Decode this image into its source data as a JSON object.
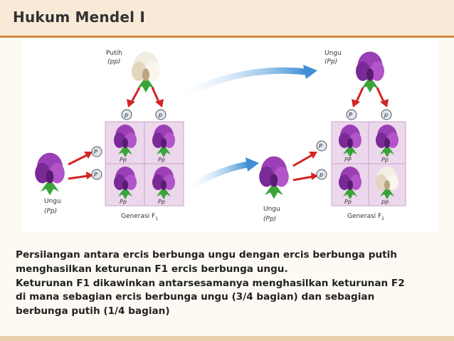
{
  "title": "Hukum Mendel I",
  "diagram": {
    "parent_white": {
      "name": "Putih",
      "genotype": "(pp)"
    },
    "parent_purple": {
      "name": "Ungu",
      "genotype": "(Pp)"
    },
    "f1_parent": {
      "name": "Ungu",
      "genotype": "(Pp)"
    },
    "f1_result": {
      "name": "Ungu",
      "genotype": "(Pp)"
    },
    "allele_p": "p",
    "allele_P": "P",
    "f1_cells": [
      "Pp",
      "Pp",
      "Pp",
      "Pp"
    ],
    "f2_cells": [
      "PP",
      "Pp",
      "Pp",
      "pp"
    ],
    "f1_label": "Generasi F",
    "f1_sub": "1",
    "f2_label": "Generasi F",
    "f2_sub": "2",
    "colors": {
      "purple": "#9a3fb5",
      "white_flower": "#f3eee2",
      "arrow_red": "#d42424",
      "arrow_blue": "#3f8fd6",
      "grid": "#e6d0e6"
    }
  },
  "caption": {
    "line1": "Persilangan antara ercis berbunga ungu dengan ercis berbunga putih",
    "line2": "menghasilkan keturunan F1 ercis berbunga ungu.",
    "line3": "Keturunan F1 dikawinkan antarsesamanya menghasilkan keturunan F2",
    "line4": "di mana sebagian ercis berbunga ungu (3/4 bagian) dan sebagian",
    "line5": "berbunga putih (1/4 bagian)"
  }
}
